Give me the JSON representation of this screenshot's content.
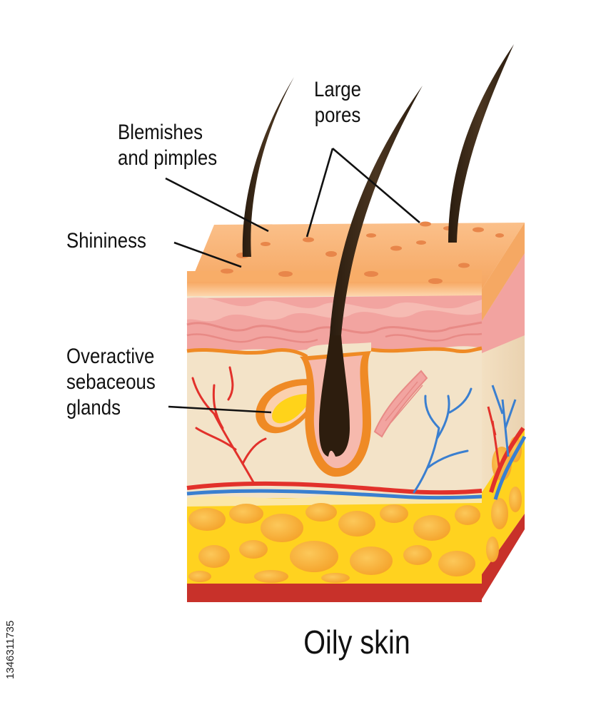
{
  "labels": {
    "large_pores_line1": "Large",
    "large_pores_line2": "pores",
    "blemishes_line1": "Blemishes",
    "blemishes_line2": "and pimples",
    "shininess": "Shininess",
    "glands_line1": "Overactive",
    "glands_line2": "sebaceous",
    "glands_line3": "glands"
  },
  "title": "Oily skin",
  "stock_id": "1346311735",
  "colors": {
    "epidermis_top": "#f5a55f",
    "epidermis_light": "#fdd5a8",
    "dermis_base": "#f3e3c8",
    "papillary": "#f2a4a0",
    "fat_yellow": "#ffd21f",
    "fat_cell": "#f9b234",
    "base_red": "#c8312a",
    "hair": "#3b2a19",
    "vein_blue": "#3a7fd0",
    "artery_red": "#e2312b",
    "gland_yellow": "#ffd31a",
    "outline_orange": "#ef8a25"
  }
}
